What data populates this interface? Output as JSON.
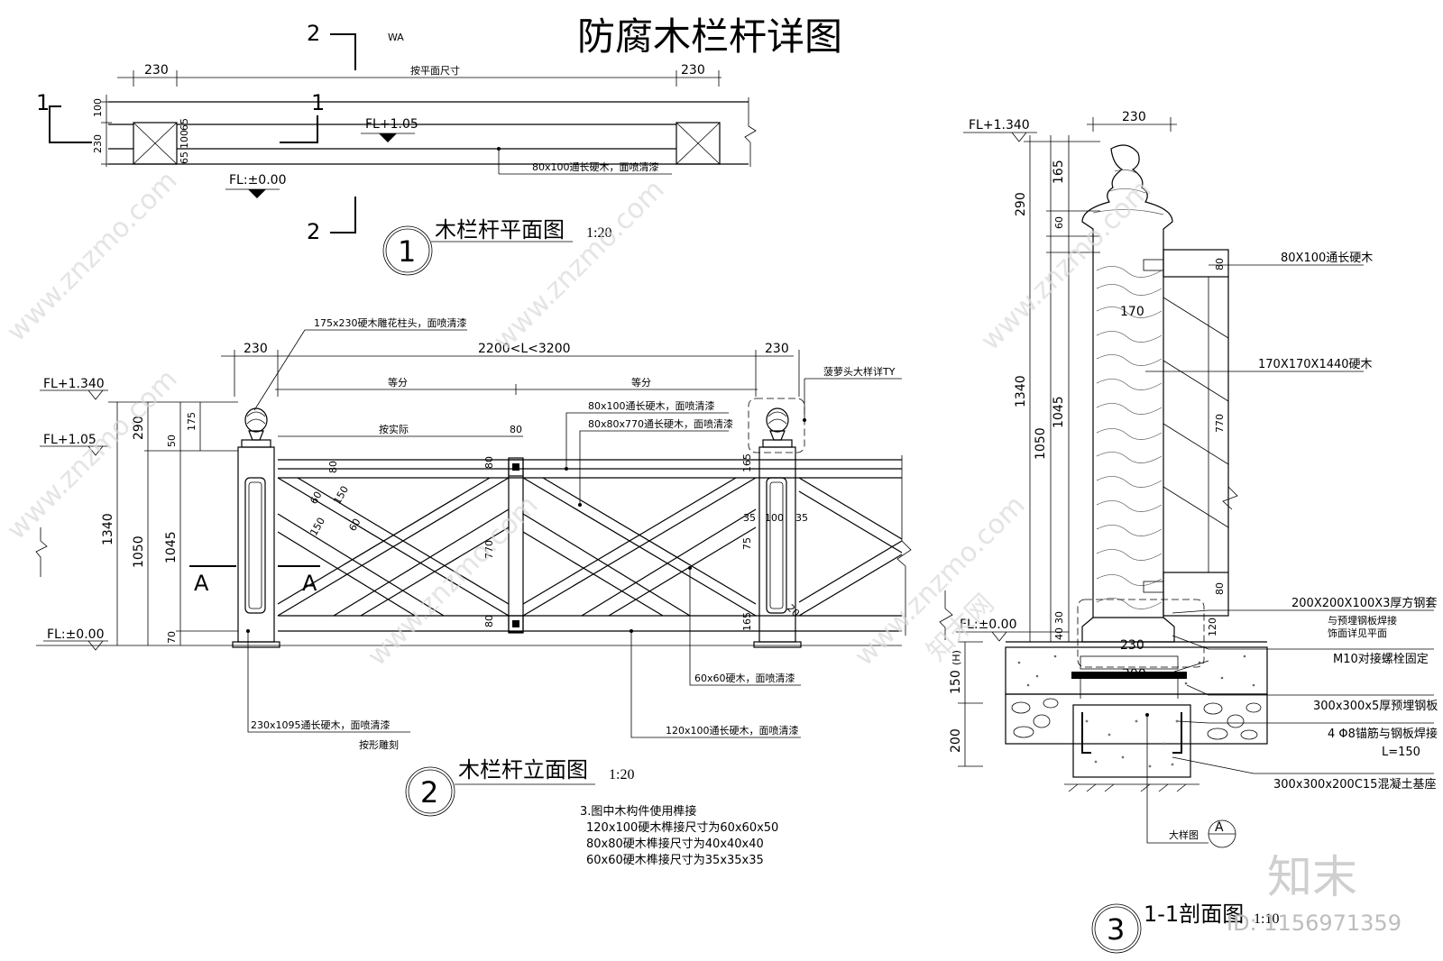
{
  "title": "防腐木栏杆详图",
  "plan": {
    "title": "木栏杆平面图",
    "scale": "1:20",
    "number": "1",
    "section_1": "1",
    "section_2": "2",
    "dim_left": "230",
    "dim_right": "230",
    "dim_middle": "按平面尺寸",
    "dim_v_top": "100",
    "dim_v_mid": "230",
    "dim_v_a": "65",
    "dim_v_b": "100",
    "dim_v_c": "65",
    "level_top": "FL+1.05",
    "level_floor": "FL:±0.00",
    "note_rail": "80x100通长硬木，面喷清漆",
    "wa": "WA"
  },
  "elevation": {
    "title": "木栏杆立面图",
    "scale": "1:20",
    "number": "2",
    "note_post_head": "175x230硬木雕花柱头，面喷清漆",
    "dim_left": "230",
    "dim_span": "2200<L<3200",
    "dim_right": "230",
    "equal_1": "等分",
    "equal_2": "等分",
    "by_design": "按实际",
    "dim_80": "80",
    "note_finial": "菠萝头大样详TY",
    "note_top_rail": "80x100通长硬木，面喷清漆",
    "note_mid_post": "80x80x770通长硬木，面喷清漆",
    "note_cross": "60x60硬木，面喷清漆",
    "note_bottom_rail": "120x100通长硬木，面喷清漆",
    "note_post": "230x1095通长硬木，面喷清漆",
    "note_post_2": "按形雕刻",
    "level_1340": "FL+1.340",
    "level_105": "FL+1.05",
    "level_000": "FL:±0.00",
    "d1340": "1340",
    "d1050": "1050",
    "d1045": "1045",
    "d290": "290",
    "d175": "175",
    "d50": "50",
    "d70": "70",
    "d80a": "80",
    "d80b": "80",
    "d150a": "150",
    "d150b": "150",
    "d60a": "60",
    "d60b": "60",
    "d770": "770",
    "d80c": "80",
    "d165a": "165",
    "d165b": "165",
    "d35a": "35",
    "d100": "100",
    "d35b": "35",
    "d75": "75",
    "d20": "20",
    "sec_a1": "A",
    "sec_a2": "A",
    "notes": [
      "3.图中木构件使用榫接",
      "120x100硬木榫接尺寸为60x60x50",
      "80x80硬木榫接尺寸为40x40x40",
      "60x60硬木榫接尺寸为35x35x35"
    ]
  },
  "section": {
    "title": "1-1剖面图",
    "scale": "1:10",
    "number": "3",
    "level_1340": "FL+1.340",
    "level_000": "FL:±0.00",
    "dim_top": "230",
    "d290": "290",
    "d165": "165",
    "d60": "60",
    "d1340": "1340",
    "d1050": "1050",
    "d1045": "1045",
    "d40": "40",
    "d30": "30",
    "d150": "150",
    "d150h": "(H)",
    "d200": "200",
    "d80a": "80",
    "d770": "770",
    "d80b": "80",
    "d120": "120",
    "d170": "170",
    "d230": "230",
    "d300": "300",
    "labels": [
      "80X100通长硬木",
      "170X170X1440硬木",
      "200X200X100X3厚方钢套",
      "与预埋钢板焊接",
      "饰面详见平面",
      "M10对接螺栓固定",
      "300x300x5厚预埋钢板",
      "4 Φ8锚筋与钢板焊接",
      "L=150",
      "300x300x200C15混凝土基座"
    ],
    "detail_label": "大样图",
    "detail_mark": "A"
  },
  "watermark": {
    "site": "www.znzmo.com",
    "brand": "知末网",
    "logo": "知末",
    "id": "ID: 1156971359"
  }
}
